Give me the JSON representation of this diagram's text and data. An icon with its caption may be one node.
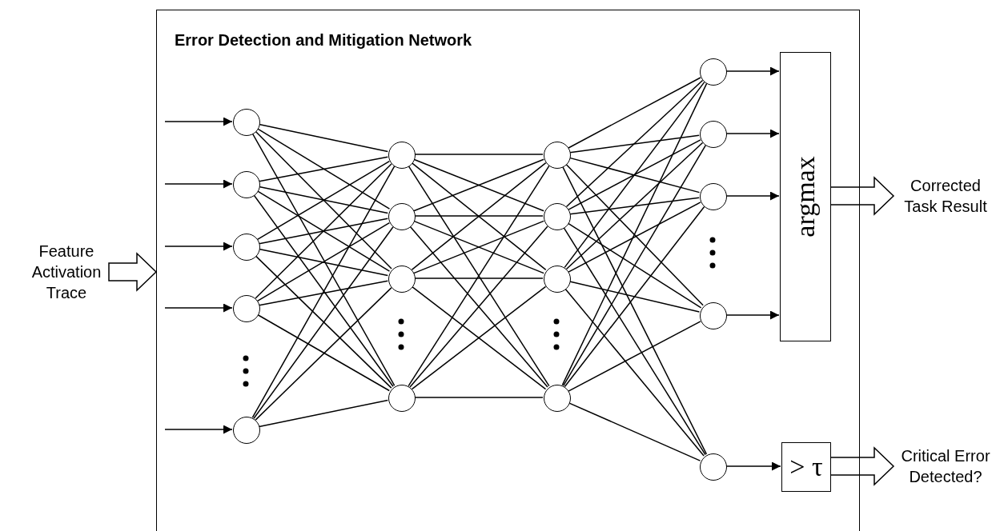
{
  "diagram": {
    "nodes": [
      {
        "text": [
          "Feature Activation Trace"
        ]
      },
      {
        "text": [
          "Error Detection and Mitigation Network"
        ]
      },
      {
        "text": [],
        "shape": "circle",
        "in": 1
      },
      {
        "text": [],
        "shape": "circle",
        "in": 1
      },
      {
        "text": [],
        "shape": "circle",
        "in": 1
      },
      {
        "text": [],
        "shape": "circle",
        "in": 1
      },
      {
        "text": [],
        "shape": "circle",
        "in": 1
      },
      {
        "text": [],
        "shape": "circle",
        "in": 1
      },
      {
        "text": [],
        "shape": "circle",
        "in": 1
      },
      {
        "text": [],
        "shape": "circle",
        "in": 1
      },
      {
        "text": [],
        "shape": "circle",
        "in": 1
      },
      {
        "text": [],
        "shape": "circle",
        "in": 1
      },
      {
        "text": [],
        "shape": "circle",
        "in": 1
      },
      {
        "text": [],
        "shape": "circle",
        "in": 1
      },
      {
        "text": [],
        "shape": "circle",
        "in": 1
      },
      {
        "text": [],
        "shape": "circle",
        "in": 1
      },
      {
        "text": [],
        "shape": "circle",
        "in": 1
      },
      {
        "text": [],
        "shape": "circle",
        "in": 1
      },
      {
        "text": [],
        "shape": "circle",
        "in": 1
      },
      {
        "text": [],
        "shape": "circle",
        "in": 1
      },
      {
        "text": [
          "argmax"
        ],
        "in": 1
      },
      {
        "text": [
          "> τ"
        ],
        "in": 1
      },
      {
        "text": [
          "Corrected Task Result"
        ]
      },
      {
        "text": [
          "Critical Error Detected?"
        ]
      }
    ],
    "edges": [
      {
        "from": 0,
        "to": 1,
        "arrow": "to",
        "style": "thick"
      },
      {
        "from": null,
        "to": 2,
        "arrow": "to"
      },
      {
        "from": null,
        "to": 3,
        "arrow": "to"
      },
      {
        "from": null,
        "to": 4,
        "arrow": "to"
      },
      {
        "from": null,
        "to": 5,
        "arrow": "to"
      },
      {
        "from": null,
        "to": 6,
        "arrow": "to"
      },
      {
        "from": 2,
        "to": 7,
        "arrow": "none"
      },
      {
        "from": 2,
        "to": 8,
        "arrow": "none"
      },
      {
        "from": 2,
        "to": 9,
        "arrow": "none"
      },
      {
        "from": 2,
        "to": 10,
        "arrow": "none"
      },
      {
        "from": 3,
        "to": 7,
        "arrow": "none"
      },
      {
        "from": 3,
        "to": 8,
        "arrow": "none"
      },
      {
        "from": 3,
        "to": 9,
        "arrow": "none"
      },
      {
        "from": 3,
        "to": 10,
        "arrow": "none"
      },
      {
        "from": 4,
        "to": 7,
        "arrow": "none"
      },
      {
        "from": 4,
        "to": 8,
        "arrow": "none"
      },
      {
        "from": 4,
        "to": 9,
        "arrow": "none"
      },
      {
        "from": 4,
        "to": 10,
        "arrow": "none"
      },
      {
        "from": 5,
        "to": 7,
        "arrow": "none"
      },
      {
        "from": 5,
        "to": 8,
        "arrow": "none"
      },
      {
        "from": 5,
        "to": 9,
        "arrow": "none"
      },
      {
        "from": 5,
        "to": 10,
        "arrow": "none"
      },
      {
        "from": 6,
        "to": 7,
        "arrow": "none"
      },
      {
        "from": 6,
        "to": 8,
        "arrow": "none"
      },
      {
        "from": 6,
        "to": 9,
        "arrow": "none"
      },
      {
        "from": 6,
        "to": 10,
        "arrow": "none"
      },
      {
        "from": 7,
        "to": 11,
        "arrow": "none"
      },
      {
        "from": 7,
        "to": 12,
        "arrow": "none"
      },
      {
        "from": 7,
        "to": 13,
        "arrow": "none"
      },
      {
        "from": 7,
        "to": 14,
        "arrow": "none"
      },
      {
        "from": 8,
        "to": 11,
        "arrow": "none"
      },
      {
        "from": 8,
        "to": 12,
        "arrow": "none"
      },
      {
        "from": 8,
        "to": 13,
        "arrow": "none"
      },
      {
        "from": 8,
        "to": 14,
        "arrow": "none"
      },
      {
        "from": 9,
        "to": 11,
        "arrow": "none"
      },
      {
        "from": 9,
        "to": 12,
        "arrow": "none"
      },
      {
        "from": 9,
        "to": 13,
        "arrow": "none"
      },
      {
        "from": 9,
        "to": 14,
        "arrow": "none"
      },
      {
        "from": 10,
        "to": 11,
        "arrow": "none"
      },
      {
        "from": 10,
        "to": 12,
        "arrow": "none"
      },
      {
        "from": 10,
        "to": 13,
        "arrow": "none"
      },
      {
        "from": 10,
        "to": 14,
        "arrow": "none"
      },
      {
        "from": 11,
        "to": 15,
        "arrow": "none"
      },
      {
        "from": 11,
        "to": 16,
        "arrow": "none"
      },
      {
        "from": 11,
        "to": 17,
        "arrow": "none"
      },
      {
        "from": 11,
        "to": 18,
        "arrow": "none"
      },
      {
        "from": 11,
        "to": 19,
        "arrow": "none"
      },
      {
        "from": 12,
        "to": 15,
        "arrow": "none"
      },
      {
        "from": 12,
        "to": 16,
        "arrow": "none"
      },
      {
        "from": 12,
        "to": 17,
        "arrow": "none"
      },
      {
        "from": 12,
        "to": 18,
        "arrow": "none"
      },
      {
        "from": 12,
        "to": 19,
        "arrow": "none"
      },
      {
        "from": 13,
        "to": 15,
        "arrow": "none"
      },
      {
        "from": 13,
        "to": 16,
        "arrow": "none"
      },
      {
        "from": 13,
        "to": 17,
        "arrow": "none"
      },
      {
        "from": 13,
        "to": 18,
        "arrow": "none"
      },
      {
        "from": 13,
        "to": 19,
        "arrow": "none"
      },
      {
        "from": 14,
        "to": 15,
        "arrow": "none"
      },
      {
        "from": 14,
        "to": 16,
        "arrow": "none"
      },
      {
        "from": 14,
        "to": 17,
        "arrow": "none"
      },
      {
        "from": 14,
        "to": 18,
        "arrow": "none"
      },
      {
        "from": 14,
        "to": 19,
        "arrow": "none"
      },
      {
        "from": 15,
        "to": 20,
        "arrow": "to"
      },
      {
        "from": 16,
        "to": 20,
        "arrow": "to"
      },
      {
        "from": 17,
        "to": 20,
        "arrow": "to"
      },
      {
        "from": 18,
        "to": 20,
        "arrow": "to"
      },
      {
        "from": 19,
        "to": 21,
        "arrow": "to"
      },
      {
        "from": 20,
        "to": 22,
        "arrow": "to",
        "style": "thick"
      },
      {
        "from": 21,
        "to": 23,
        "arrow": "to",
        "style": "thick"
      }
    ]
  }
}
